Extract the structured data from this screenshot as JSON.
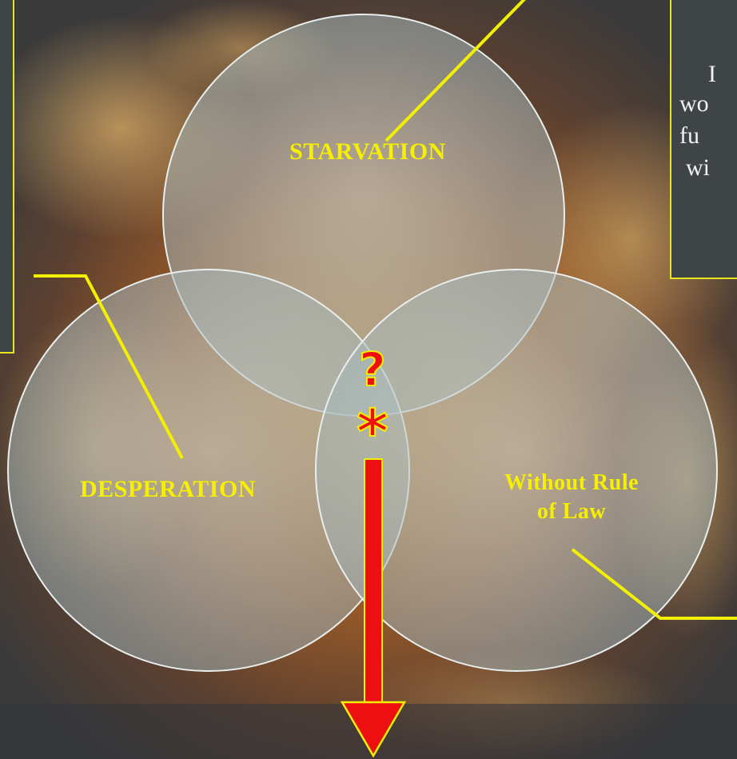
{
  "diagram": {
    "circles": {
      "top": "STARVATION",
      "left": "DESPERATION",
      "right_line1": "Without Rule",
      "right_line2": "of Law"
    },
    "center_marks": {
      "question": "?",
      "asterisk": "*"
    },
    "right_box_text": [
      "I",
      "wo",
      "fu",
      "wi"
    ],
    "colors": {
      "accent_yellow": "#f3ef00",
      "arrow_red": "#ee1010",
      "box_fill": "#3f4446",
      "circle_fill": "rgba(185,205,210,0.55)"
    }
  }
}
